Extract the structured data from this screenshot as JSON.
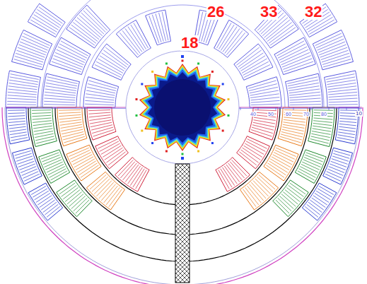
{
  "diagram": {
    "labels": [
      "26",
      "33",
      "32",
      "18",
      "40",
      "50",
      "60",
      "70",
      "80",
      "10"
    ]
  }
}
